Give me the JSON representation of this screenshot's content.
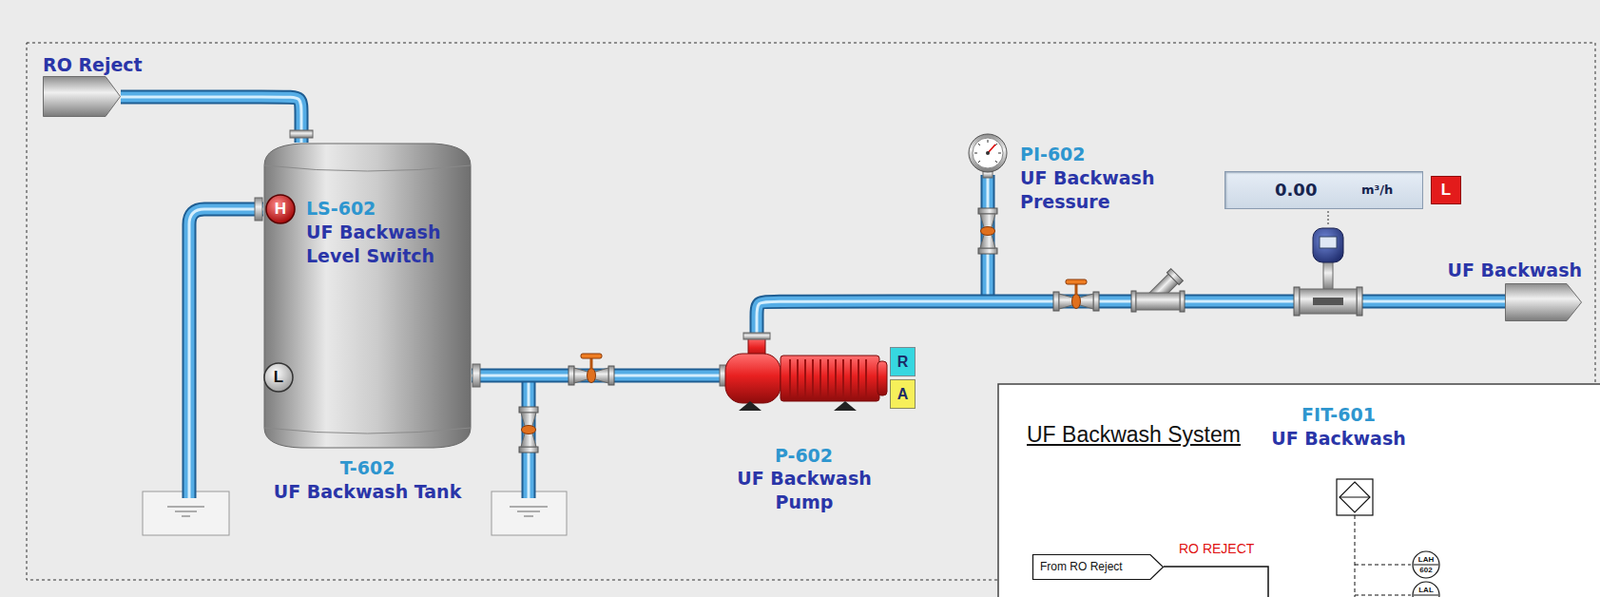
{
  "diagram": {
    "nodes": [
      {
        "text": [
          "RO Reject"
        ]
      },
      {
        "text": [
          "T-602",
          "UF Backwash Tank"
        ]
      },
      {
        "text": [
          "H"
        ],
        "in": 1
      },
      {
        "text": [
          "L"
        ],
        "in": 1
      },
      {
        "text": [
          "P-602",
          "UF Backwash Pump"
        ]
      },
      {
        "text": [
          "R"
        ]
      },
      {
        "text": [
          "A"
        ]
      },
      {
        "text": [
          "0.00",
          "m³/h"
        ]
      },
      {
        "text": [
          "L"
        ]
      },
      {
        "text": [
          "UF Backwash"
        ]
      },
      {
        "text": [
          "UF Backwash System"
        ]
      },
      {
        "text": [
          "From RO Reject"
        ],
        "in": 10
      },
      {
        "text": [
          "LAH",
          "602"
        ],
        "in": 10
      },
      {
        "text": [
          "LAL"
        ],
        "in": 10
      }
    ],
    "edges": [
      {
        "from": 0,
        "to": 1,
        "arrow": "none"
      },
      {
        "from": 1,
        "to": 4,
        "arrow": "none"
      },
      {
        "from": 4,
        "to": 9,
        "arrow": "none"
      }
    ],
    "labels": [
      "LS-602",
      "UF Backwash Level Switch",
      "PI-602",
      "UF Backwash Pressure",
      "FIT-601",
      "UF Backwash",
      "RO REJECT"
    ]
  }
}
